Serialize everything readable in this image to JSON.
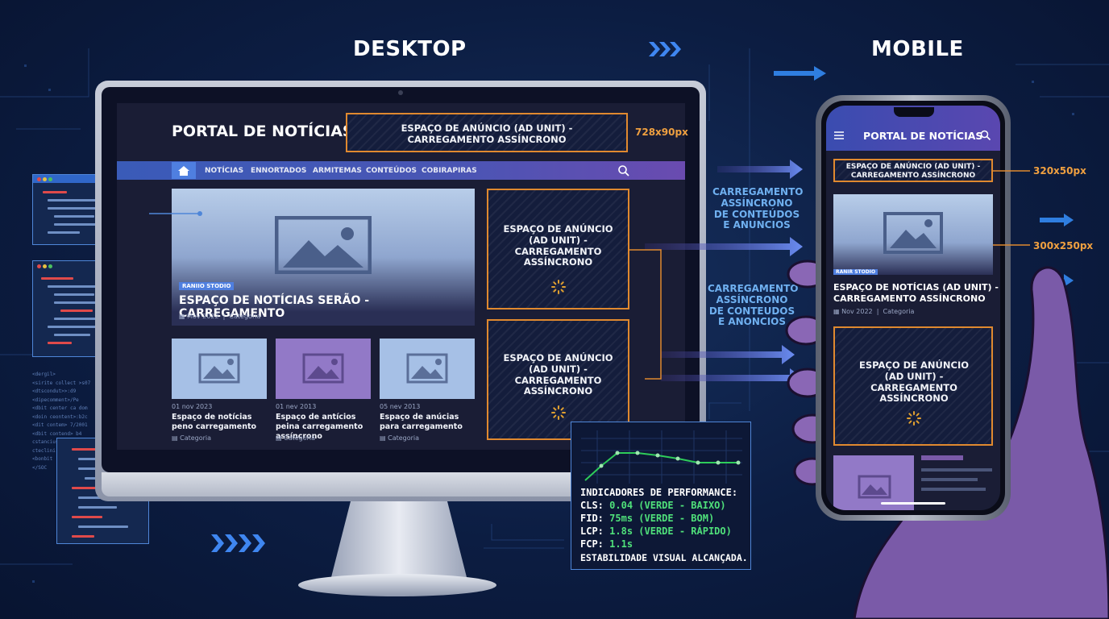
{
  "headings": {
    "desktop": "DESKTOP",
    "mobile": "MOBILE"
  },
  "desktop": {
    "portal_title": "PORTAL DE NOTÍCIAS",
    "top_ad": {
      "text": "ESPAÇO DE ANÚNCIO (AD UNIT) - CARREGAMENTO ASSÍNCRONO",
      "size": "728x90px"
    },
    "nav": [
      "NOTÍCIAS",
      "ENNORTADOS",
      "ARMITEMAS",
      "CONTEÚDOS",
      "COBIRAPIRAS"
    ],
    "hero": {
      "badge": "RANIIO STODIO",
      "title": "ESPAÇO DE NOTÍCIAS SERÃO - CARREGAMENTO",
      "date": "Mov 2022",
      "category": "Categoria"
    },
    "cards": [
      {
        "date": "01 nov 2023",
        "title": "Espaço de notícias peno carregamento",
        "category": "Categoria",
        "thumb_color": "#a6c0e6"
      },
      {
        "date": "01 nev 2013",
        "title": "Espaço de antícios peina carregamento assíncrono",
        "category": "Categoria",
        "thumb_color": "#9279c7"
      },
      {
        "date": "05 nev 2013",
        "title": "Espaço de anúcias para carregamento",
        "category": "Categoria",
        "thumb_color": "#a6c0e6"
      }
    ],
    "side_ads": [
      "ESPAÇO DE ANÚNCIO (AD UNIT) - CARREGAMENTO ASSÍNCRONO",
      "ESPAÇO DE ANÚNCIO (AD UNIT) - CARREGAMENTO ASSÍNCRONO"
    ]
  },
  "flow_labels": [
    "CARREGAMENTO ASSÍNCRONO DE CONTEÚDOS E ANUNCIOS",
    "CARREGAMENTO ASSÍNCRONO DE CONTEUDOS E ANONCIOS"
  ],
  "performance": {
    "title": "INDICADORES DE PERFORMANCE:",
    "metrics": [
      {
        "label": "CLS:",
        "value": "0.04 (VERDE - BAIXO)"
      },
      {
        "label": "FID:",
        "value": "75ms (VERDE - BOM)"
      },
      {
        "label": "LCP:",
        "value": "1.8s (VERDE - RÁPIDO)"
      },
      {
        "label": "FCP:",
        "value": "1.1s"
      }
    ],
    "footer": "ESTABILIDADE VISUAL ALCANÇADA."
  },
  "mobile": {
    "portal_title": "PORTAL DE NOTÍCIAS",
    "top_ad": {
      "text": "ESPAÇO DE ANÚNCIO (AD UNIT) - CARREGAMENTO ASSÍNCRONO",
      "size": "320x50px"
    },
    "hero_size": "300x250px",
    "badge": "RANIR STODIO",
    "article_title": "ESPAÇO DE NOTÍCIAS (AD UNIT) - CARREGAMENTO ASSÍNCRONO",
    "date": "Nov 2022",
    "category": "Categoria",
    "ad": "ESPAÇO DE ANÚNCIO (AD UNIT) - CARREGAMENTO ASSÍNCRONO"
  },
  "code_small_lines": [
    "<dergil>",
    "<sirite collect >s07",
    "<dtscondut>>:d9",
    "<dipecomment>/Pe",
    "<dbit center ca dom",
    "<doin ceontent>:b2c",
    "<dit contem> 7/2001",
    "<dbit contend> b4",
    "cstanciusir",
    "cteclini",
    "<bonbit",
    "</SOC"
  ],
  "colors": {
    "accent_orange": "#e0892f",
    "nav_gradient_start": "#3a5bb8",
    "nav_gradient_end": "#6a4bb0",
    "metric_green": "#4fe07a",
    "background": "#0c1d42"
  }
}
